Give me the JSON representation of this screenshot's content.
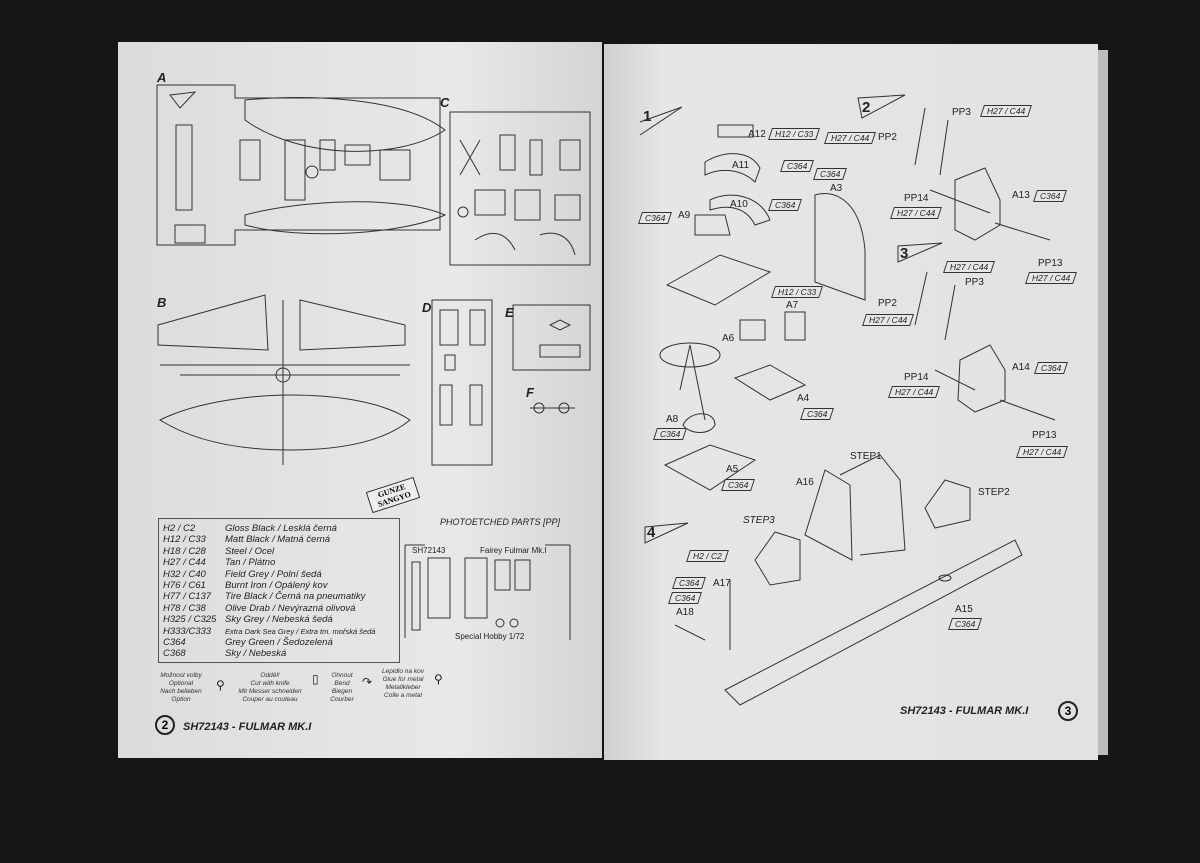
{
  "left_page": {
    "sprue_labels": [
      "A",
      "B",
      "C",
      "D",
      "E",
      "F"
    ],
    "paint_table": [
      {
        "code": "H2 / C2",
        "name": "Gloss Black / Lesklá černá"
      },
      {
        "code": "H12 / C33",
        "name": "Matt Black / Matná černá"
      },
      {
        "code": "H18 / C28",
        "name": "Steel / Ocel"
      },
      {
        "code": "H27 / C44",
        "name": "Tan / Plátno"
      },
      {
        "code": "H32 / C40",
        "name": "Field Grey / Polní šedá"
      },
      {
        "code": "H76 / C61",
        "name": "Burnt Iron / Opálený kov"
      },
      {
        "code": "H77 / C137",
        "name": "Tire Black / Černá na pneumatiky"
      },
      {
        "code": "H78 / C38",
        "name": "Olive Drab / Nevýrazná olivová"
      },
      {
        "code": "H325 / C325",
        "name": "Sky Grey / Nebeská šedá"
      },
      {
        "code": "H333/C333",
        "name": "Extra Dark Sea Grey / Extra tm. mořská šedá"
      },
      {
        "code": "C364",
        "name": "Grey Green / Šedozelená"
      },
      {
        "code": "C368",
        "name": "Sky / Nebeská"
      }
    ],
    "paint_logo": "GUNZE SANGYO",
    "photoetch": {
      "title": "PHOTOETCHED PARTS [PP]",
      "fret_code": "SH72143",
      "fret_name": "Fairey Fulmar Mk.I",
      "fret_brand": "Special Hobby 1/72"
    },
    "legend": [
      {
        "icon": "optional-icon",
        "text": "Možnost volby\nOptional\nNach belieben\nOption"
      },
      {
        "icon": "knife-icon",
        "text": "Odděl!\nCut with knife\nMit Messer schneiden\nCouper au couteau"
      },
      {
        "icon": "bend-icon",
        "text": "Ohnout\nBend\nBiegen\nCourber"
      },
      {
        "icon": "glue-icon",
        "text": "Lepidlo na kov\nGlue for metal\nMetallkleber\nColle a metal"
      }
    ],
    "page_number": "2",
    "footer_title": "SH72143 - FULMAR MK.I"
  },
  "right_page": {
    "steps": [
      "1",
      "2",
      "3",
      "4"
    ],
    "step_labels": [
      "STEP1",
      "STEP2",
      "STEP3"
    ],
    "parts": [
      "A12",
      "A11",
      "A3",
      "A10",
      "A9",
      "A7",
      "A6",
      "A4",
      "A8",
      "A5",
      "PP3",
      "PP2",
      "PP14",
      "A13",
      "PP13",
      "PP3",
      "PP2",
      "A14",
      "PP14",
      "PP13",
      "A16",
      "A17",
      "A18",
      "A15"
    ],
    "colors": [
      "H12 / C33",
      "C364",
      "C364",
      "C364",
      "C364",
      "H12 / C33",
      "C364",
      "C364",
      "C364",
      "H27 / C44",
      "H27 / C44",
      "H27 / C44",
      "C364",
      "H27 / C44",
      "H27 / C44",
      "H27 / C44",
      "C364",
      "H27 / C44",
      "H27 / C44",
      "H2 / C2",
      "C364",
      "C364",
      "C364"
    ],
    "page_number": "3",
    "footer_title": "SH72143 - FULMAR MK.I"
  }
}
